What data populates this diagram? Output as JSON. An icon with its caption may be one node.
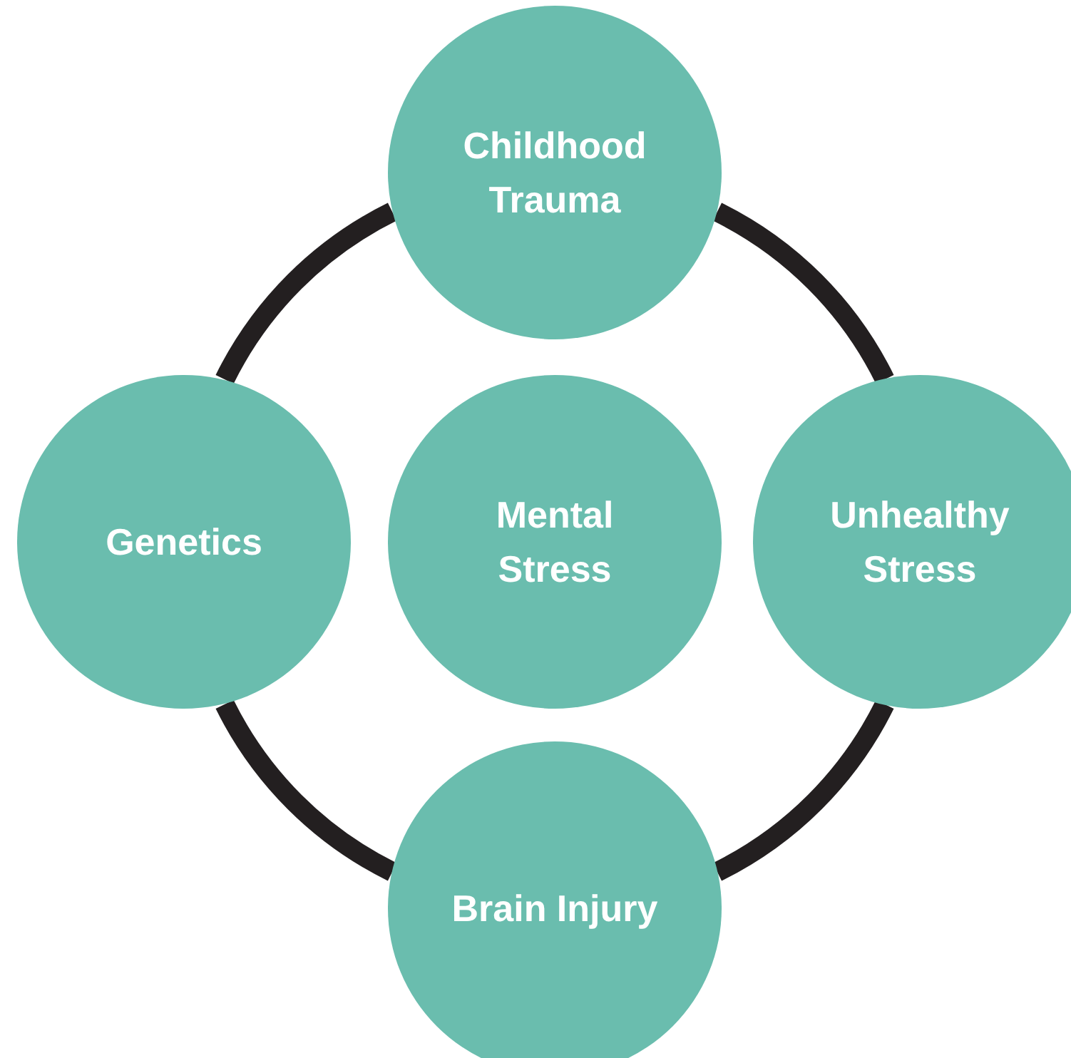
{
  "diagram": {
    "nodes": [
      {
        "text": [
          "Childhood Trauma"
        ]
      },
      {
        "text": [
          "Genetics"
        ]
      },
      {
        "text": [
          "Mental Stress"
        ]
      },
      {
        "text": [
          "Unhealthy Stress"
        ]
      },
      {
        "text": [
          "Brain Injury"
        ]
      }
    ],
    "edges": [
      {
        "from": 0,
        "to": 3,
        "arrow": "none"
      },
      {
        "from": 3,
        "to": 4,
        "arrow": "none"
      },
      {
        "from": 4,
        "to": 1,
        "arrow": "none"
      },
      {
        "from": 1,
        "to": 0,
        "arrow": "none"
      }
    ]
  }
}
